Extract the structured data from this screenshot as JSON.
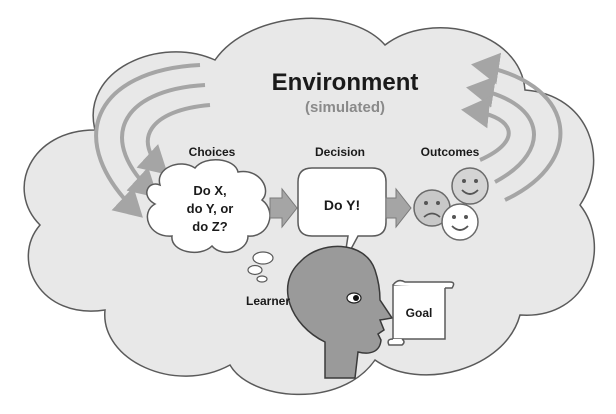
{
  "title": "Environment",
  "subtitle": "(simulated)",
  "headers": {
    "choices": "Choices",
    "decision": "Decision",
    "outcomes": "Outcomes"
  },
  "choices_text": {
    "line1": "Do X,",
    "line2": "do Y, or",
    "line3": "do Z?"
  },
  "decision_text": "Do Y!",
  "learner_label": "Learner",
  "goal_label": "Goal",
  "icons": {
    "outcome_faces": [
      "sad-face-icon",
      "happy-face-icon",
      "happy-face-icon"
    ],
    "learner": "head-profile-icon",
    "goal": "scroll-icon"
  },
  "colors": {
    "cloud_fill": "#e8e8e8",
    "cloud_stroke": "#5a5a5a",
    "arrow_gray": "#a5a5a5",
    "head_gray": "#9a9a9a",
    "face_gray": "#c8c8c8"
  }
}
